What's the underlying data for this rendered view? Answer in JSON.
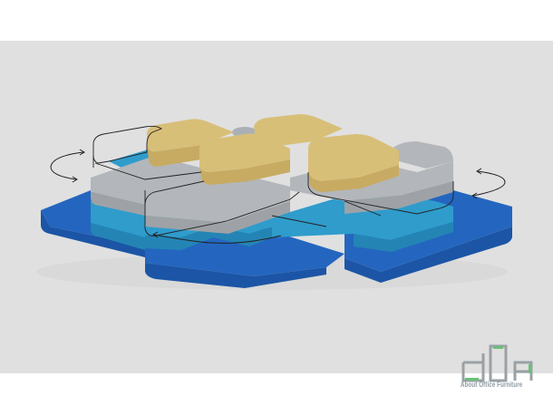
{
  "scene": {
    "subject": "Modular soft seating block system render",
    "background_band_color": "#e0e0e0",
    "page_background_color": "#ffffff",
    "colors": {
      "yellow_cushion": "#d8bf78",
      "yellow_side": "#c7ab62",
      "grey_block": "#b3b6ba",
      "grey_side": "#9ea2a6",
      "light_blue_block": "#2f9ccc",
      "light_blue_side": "#2485b5",
      "dark_blue_base": "#2466bf",
      "dark_blue_side": "#1c55a6",
      "outline": "#222222"
    },
    "rotation_arrows": [
      "left-rotate-arrow",
      "right-rotate-arrow",
      "bottom-rotate-arrow"
    ]
  },
  "logo": {
    "mark": "dOA",
    "text": "About Office Furniture",
    "mark_color": "#9aa1a6",
    "accent_color": "#6bbf7a"
  }
}
